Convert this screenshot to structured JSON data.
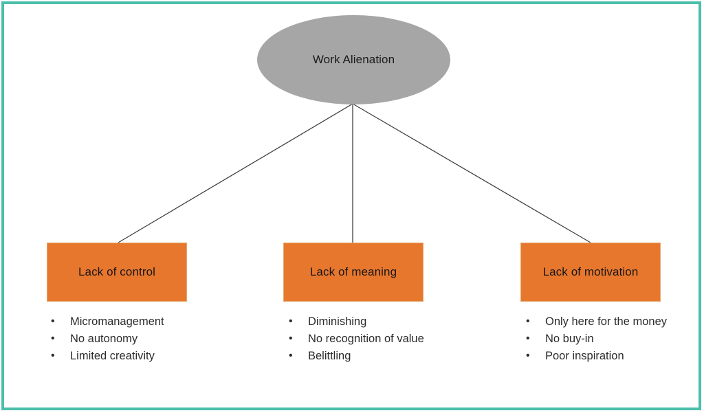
{
  "frame": {
    "border_color": "#4cbfab",
    "background": "#ffffff"
  },
  "diagram": {
    "type": "hierarchy",
    "root": {
      "label": "Work Alienation",
      "shape": "ellipse",
      "fill_color": "#a6a6a6",
      "text_color": "#1a1a1a"
    },
    "branch_color": "#404040",
    "categories": [
      {
        "label": "Lack of control",
        "shape": "rectangle",
        "fill_color": "#e8772e",
        "text_color": "#161616",
        "bullets": [
          "Micromanagement",
          "No autonomy",
          "Limited creativity"
        ]
      },
      {
        "label": "Lack of meaning",
        "shape": "rectangle",
        "fill_color": "#e8772e",
        "text_color": "#161616",
        "bullets": [
          "Diminishing",
          "No recognition of value",
          "Belittling"
        ]
      },
      {
        "label": "Lack of motivation",
        "shape": "rectangle",
        "fill_color": "#e8772e",
        "text_color": "#161616",
        "bullets": [
          "Only here for the money",
          "No buy-in",
          "Poor inspiration"
        ]
      }
    ],
    "bullet_glyph": "•"
  }
}
